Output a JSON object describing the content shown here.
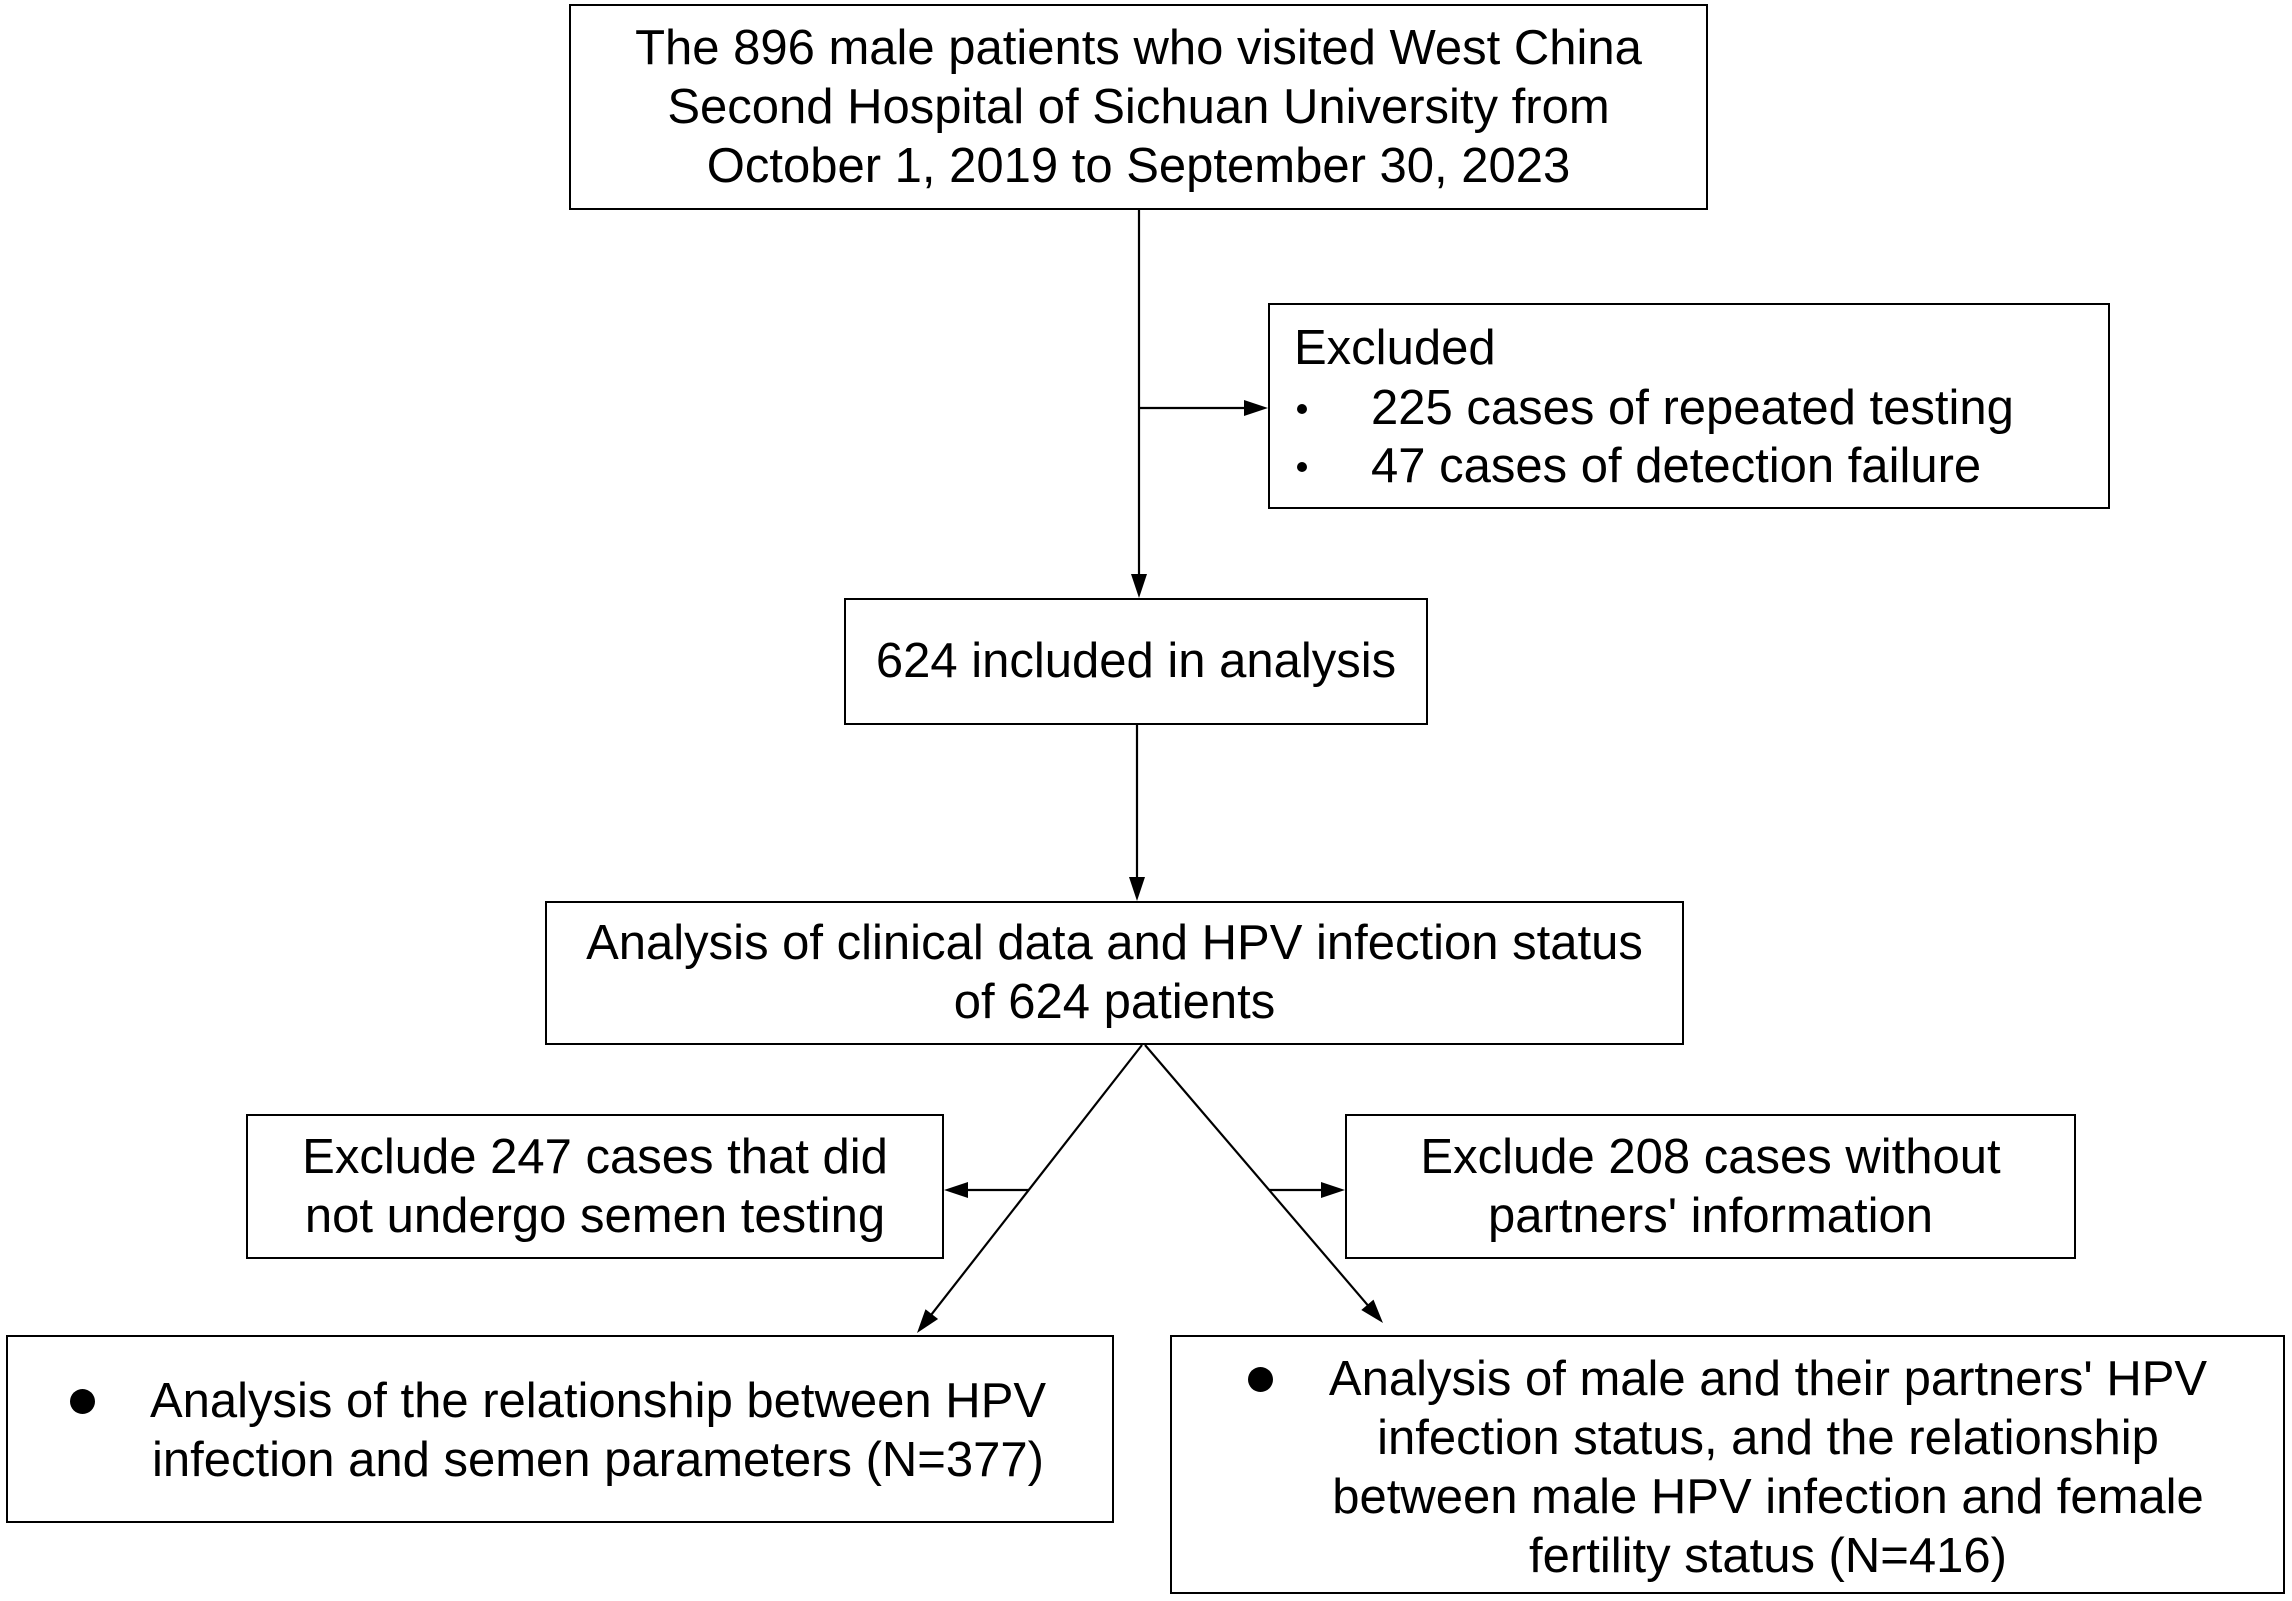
{
  "colors": {
    "background": "#ffffff",
    "stroke": "#000000",
    "text": "#000000"
  },
  "flowchart": {
    "source": {
      "lines": [
        "The 896 male patients who visited West China",
        "Second Hospital of Sichuan University from",
        "October 1, 2019 to September 30, 2023"
      ]
    },
    "excluded": {
      "heading": "Excluded",
      "marker_icon": "bullet-icon",
      "items": [
        "225 cases of repeated testing",
        "47 cases of detection failure"
      ]
    },
    "included": {
      "text": "624 included in analysis"
    },
    "analysis": {
      "lines": [
        "Analysis of clinical data and HPV infection status",
        "of 624 patients"
      ]
    },
    "exclude_no_semen": {
      "lines": [
        "Exclude 247 cases that did",
        "not undergo semen testing"
      ]
    },
    "exclude_no_partner": {
      "lines": [
        "Exclude 208 cases without",
        "partners' information"
      ]
    },
    "semen_analysis": {
      "marker_icon": "bullet-icon",
      "lines": [
        "Analysis of the relationship between HPV",
        "infection and semen parameters (N=377)"
      ]
    },
    "partner_analysis": {
      "marker_icon": "bullet-icon",
      "lines": [
        "Analysis of male and their partners' HPV",
        "infection status, and the relationship",
        "between male HPV infection and female",
        "fertility status (N=416)"
      ]
    }
  }
}
